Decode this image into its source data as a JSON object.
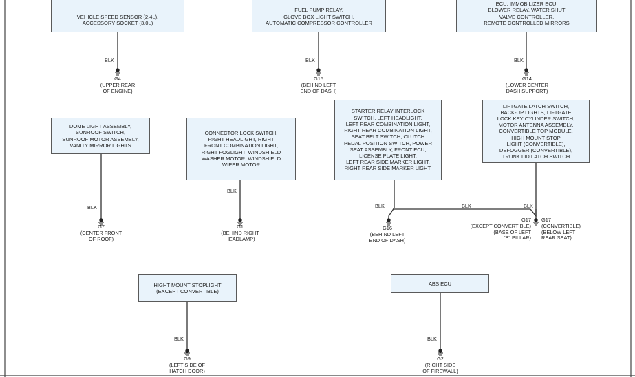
{
  "boxes": {
    "b1": [
      "VEHICLE SPEED SENSOR (2.4L),",
      "ACCESSORY SOCKET (3.0L)"
    ],
    "b2": [
      "FUEL PUMP RELAY,",
      "GLOVE BOX LIGHT SWITCH,",
      "AUTOMATIC COMPRESSOR CONTROLLER"
    ],
    "b3": [
      "ECU, IMMOBILIZER ECU,",
      "BLOWER RELAY, WATER SHUT",
      "VALVE CONTROLLER,",
      "REMOTE CONTROLLED MIRRORS"
    ],
    "b4": [
      "DOME LIGHT ASSEMBLY,",
      "SUNROOF SWITCH,",
      "SUNROOF MOTOR ASSEMBLY,",
      "VANITY MIRROR LIGHTS"
    ],
    "b5": [
      "CONNECTOR LOCK SWITCH,",
      "RIGHT HEADLIGHT, RIGHT",
      "FRONT COMBINATION LIGHT,",
      "RIGHT FOGLIGHT, WINDSHIELD",
      "WASHER MOTOR, WINDSHIELD",
      "WIPER MOTOR"
    ],
    "b6": [
      "STARTER RELAY INTERLOCK",
      "SWITCH, LEFT HEADLIGHT,",
      "LEFT REAR COMBINATION LIGHT,",
      "RIGHT REAR COMBINATION LIGHT,",
      "SEAT BELT SWITCH, CLUTCH",
      "PEDAL POSITION SWITCH, POWER",
      "SEAT ASSEMBLY, FRONT ECU,",
      "LICENSE PLATE LIGHT,",
      "LEFT REAR SIDE MARKER LIGHT,",
      "RIGHT REAR SIDE MARKER LIGHT,"
    ],
    "b7": [
      "LIFTGATE LATCH SWITCH,",
      "BACK-UP LIGHTS, LIFTGATE",
      "LOCK KEY CYLINDER SWITCH,",
      "MOTOR ANTENNA ASSEMBLY,",
      "CONVERTIBLE TOP MODULE,",
      "HIGH MOUNT STOP",
      "LIGHT (CONVERTIBLE),",
      "DEFOGGER (CONVERTIBLE),",
      "TRUNK LID LATCH SWITCH"
    ],
    "b8": [
      "HIGHT MOUNT STOPLIGHT",
      "(EXCEPT CONVERTIBLE)"
    ],
    "b9": [
      "ABS ECU"
    ]
  },
  "wire_color": "BLK",
  "grounds": {
    "g4": [
      "G4",
      "(UPPER REAR",
      "OF ENGINE)"
    ],
    "g15": [
      "G15",
      "(BEHIND LEFT",
      "END OF DASH)"
    ],
    "g14": [
      "G14",
      "(LOWER CENTER",
      "DASH SUPPORT)"
    ],
    "g7": [
      "G7",
      "(CENTER FRONT",
      "OF ROOF)"
    ],
    "g1": [
      "G1",
      "(BEHIND RIGHT",
      "HEADLAMP)"
    ],
    "g16": [
      "G16",
      "(BEHIND LEFT",
      "END OF DASH)"
    ],
    "g17a": [
      "G17",
      "(EXCEPT CONVERTIBLE)",
      "(BASE OF LEFT",
      "\"B\" PILLAR)"
    ],
    "g17b": [
      "G17",
      "(CONVERTIBLE)",
      "(BELOW LEFT",
      "REAR SEAT)"
    ],
    "g9": [
      "G9",
      "(LEFT SIDE OF",
      "HATCH DOOR)"
    ],
    "g2": [
      "G2",
      "(RIGHT SIDE",
      "OF FIREWALL)"
    ]
  },
  "colors": {
    "box_fill": "#e9f3fb",
    "line": "#333333",
    "border": "#5a5a5a"
  }
}
